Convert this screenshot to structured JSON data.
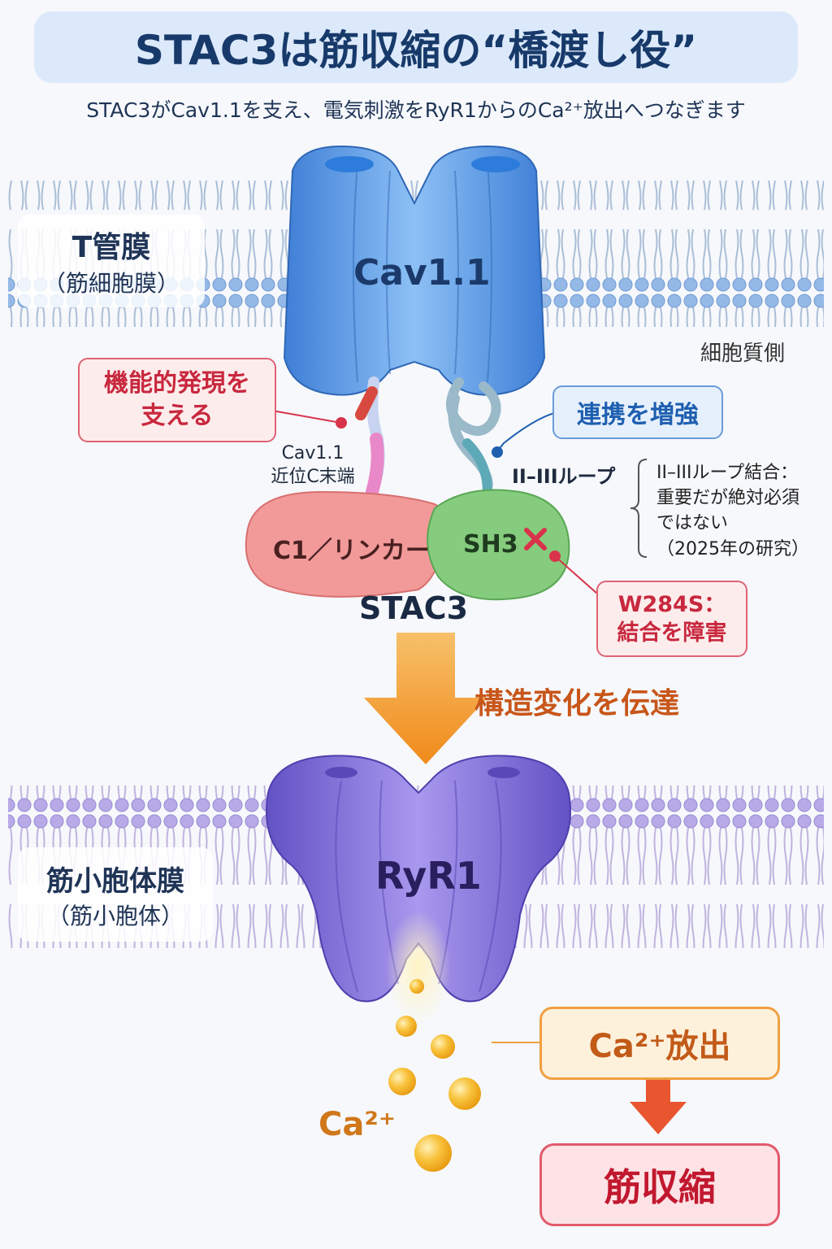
{
  "header": {
    "title": "STAC3は筋収縮の“橋渡し役”",
    "subtitle": "STAC3がCav1.1を支え、電気刺激をRyR1からのCa²⁺放出へつなぎます"
  },
  "membranes": {
    "t_tubule": {
      "label_line1": "T管膜",
      "label_line2": "（筋細胞膜）"
    },
    "sr": {
      "label_line1": "筋小胞体膜",
      "label_line2": "（筋小胞体）"
    },
    "cytoplasm_label": "細胞質側"
  },
  "proteins": {
    "cav": "Cav1.1",
    "c1_linker": "C1／リンカー",
    "sh3": "SH3",
    "stac3": "STAC3",
    "ryr1": "RyR1"
  },
  "callouts": {
    "support": {
      "line1": "機能的発現を",
      "line2": "支える"
    },
    "enhance": "連携を増強",
    "mutation": {
      "line1": "W284S：",
      "line2": "結合を障害"
    },
    "ca_release": "Ca²⁺放出",
    "contraction": "筋収縮"
  },
  "labels": {
    "cterm_line1": "Cav1.1",
    "cterm_line2": "近位C末端",
    "loop": "II–IIIループ",
    "loop_note": [
      "II–IIIループ結合：",
      "重要だが絶対必須",
      "ではない",
      "（2025年の研究）"
    ],
    "transmit": "構造変化を伝達",
    "ca_ion": "Ca²⁺"
  },
  "colors": {
    "cav": "#5b9be6",
    "ryr": "#8070d6",
    "c1": "#ee8b8b",
    "sh3": "#7ec97a",
    "accent_red": "#d8334a",
    "accent_blue": "#1e5fb0",
    "orange": "#f39a2a",
    "calcium": "#f6b22a"
  }
}
